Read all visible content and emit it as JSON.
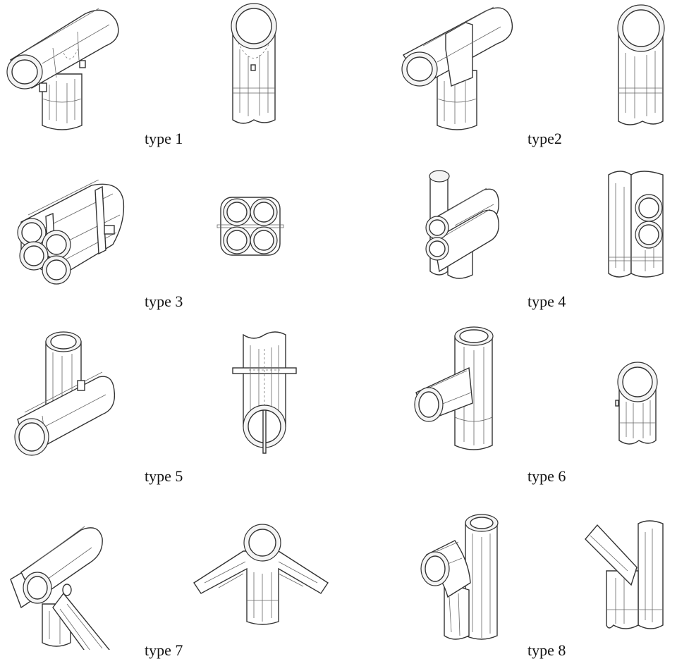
{
  "types": [
    {
      "label": "type 1"
    },
    {
      "label": "type2"
    },
    {
      "label": "type 3"
    },
    {
      "label": "type 4"
    },
    {
      "label": "type 5"
    },
    {
      "label": "type 6"
    },
    {
      "label": "type 7"
    },
    {
      "label": "type 8"
    }
  ]
}
